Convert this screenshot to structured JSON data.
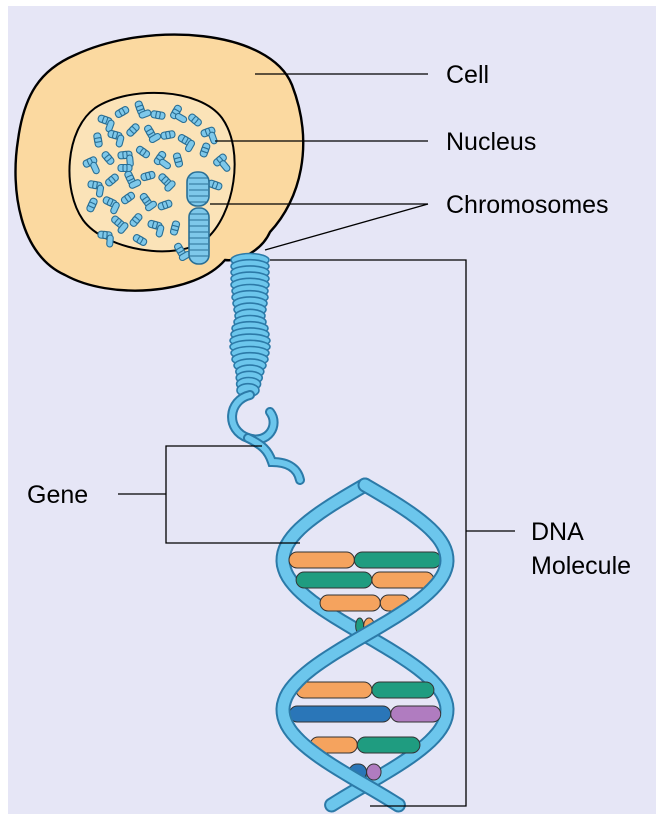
{
  "labels": {
    "cell": "Cell",
    "nucleus": "Nucleus",
    "chromosomes": "Chromosomes",
    "gene": "Gene",
    "dna_line1": "DNA",
    "dna_line2": "Molecule"
  },
  "colors": {
    "background": "#e6e6f6",
    "cell_fill": "#fbd9a0",
    "nucleus_fill": "#fbe3b8",
    "chromosome": "#7ec8ea",
    "strand": "#6cc6ec",
    "strand_dark": "#2c7aa8",
    "base_orange": "#f5a35e",
    "base_green": "#1f9c80",
    "base_blue": "#2a76b8",
    "base_purple": "#b07cc0"
  }
}
